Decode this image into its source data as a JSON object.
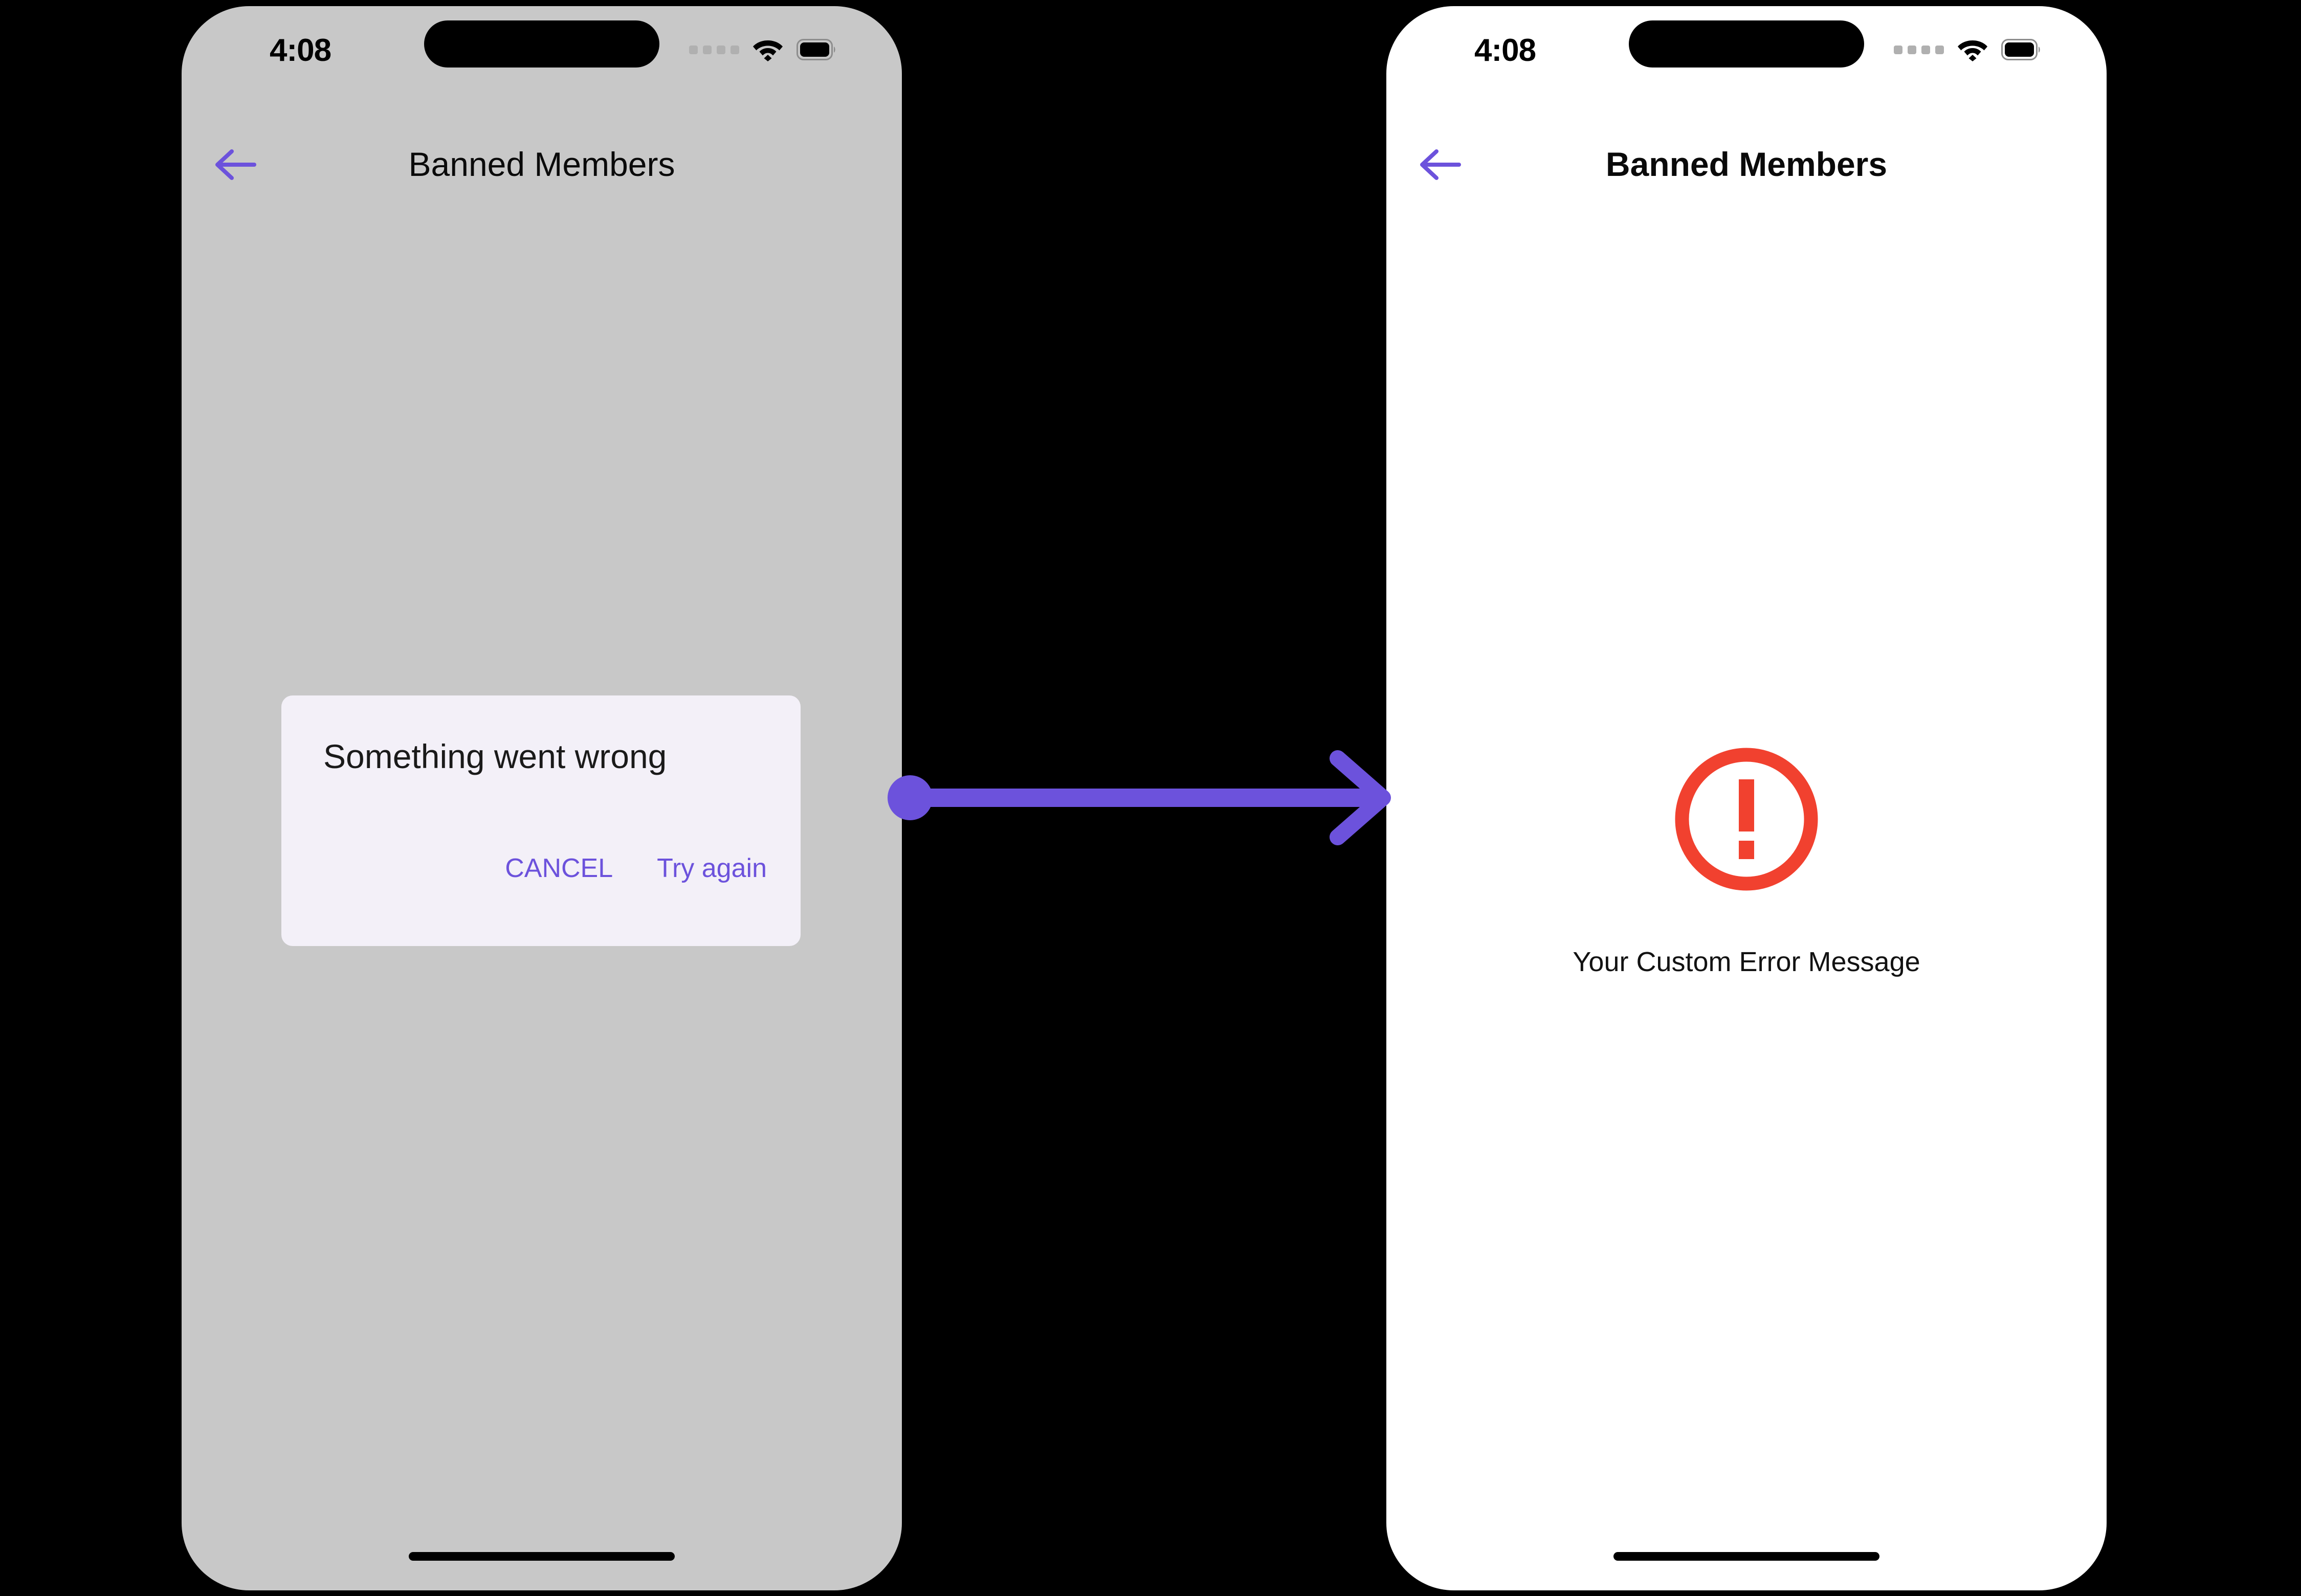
{
  "canvas": {
    "background": "#000000"
  },
  "accent": {
    "purple": "#6C52DC",
    "error_red": "#F1412F"
  },
  "phones": [
    {
      "id": "before",
      "screen_background": "#C8C8C8",
      "status_bar": {
        "time": "4:08",
        "signal_icon": "cellular-dots-icon",
        "wifi_icon": "wifi-icon",
        "battery_icon": "battery-full-icon"
      },
      "nav": {
        "back_icon": "back-arrow-icon",
        "title": "Banned Members"
      },
      "dialog": {
        "title": "Something went wrong",
        "cancel_label": "CANCEL",
        "retry_label": "Try again",
        "background": "#F3F0F8"
      }
    },
    {
      "id": "after",
      "screen_background": "#FFFFFF",
      "status_bar": {
        "time": "4:08",
        "signal_icon": "cellular-dots-icon",
        "wifi_icon": "wifi-icon",
        "battery_icon": "battery-full-icon"
      },
      "nav": {
        "back_icon": "back-arrow-icon",
        "title": "Banned Members"
      },
      "error_state": {
        "icon": "error-exclamation-circle-icon",
        "message": "Your Custom Error Message"
      }
    }
  ],
  "connector": {
    "icon": "flow-arrow-right-icon",
    "color": "#6C52DC"
  }
}
